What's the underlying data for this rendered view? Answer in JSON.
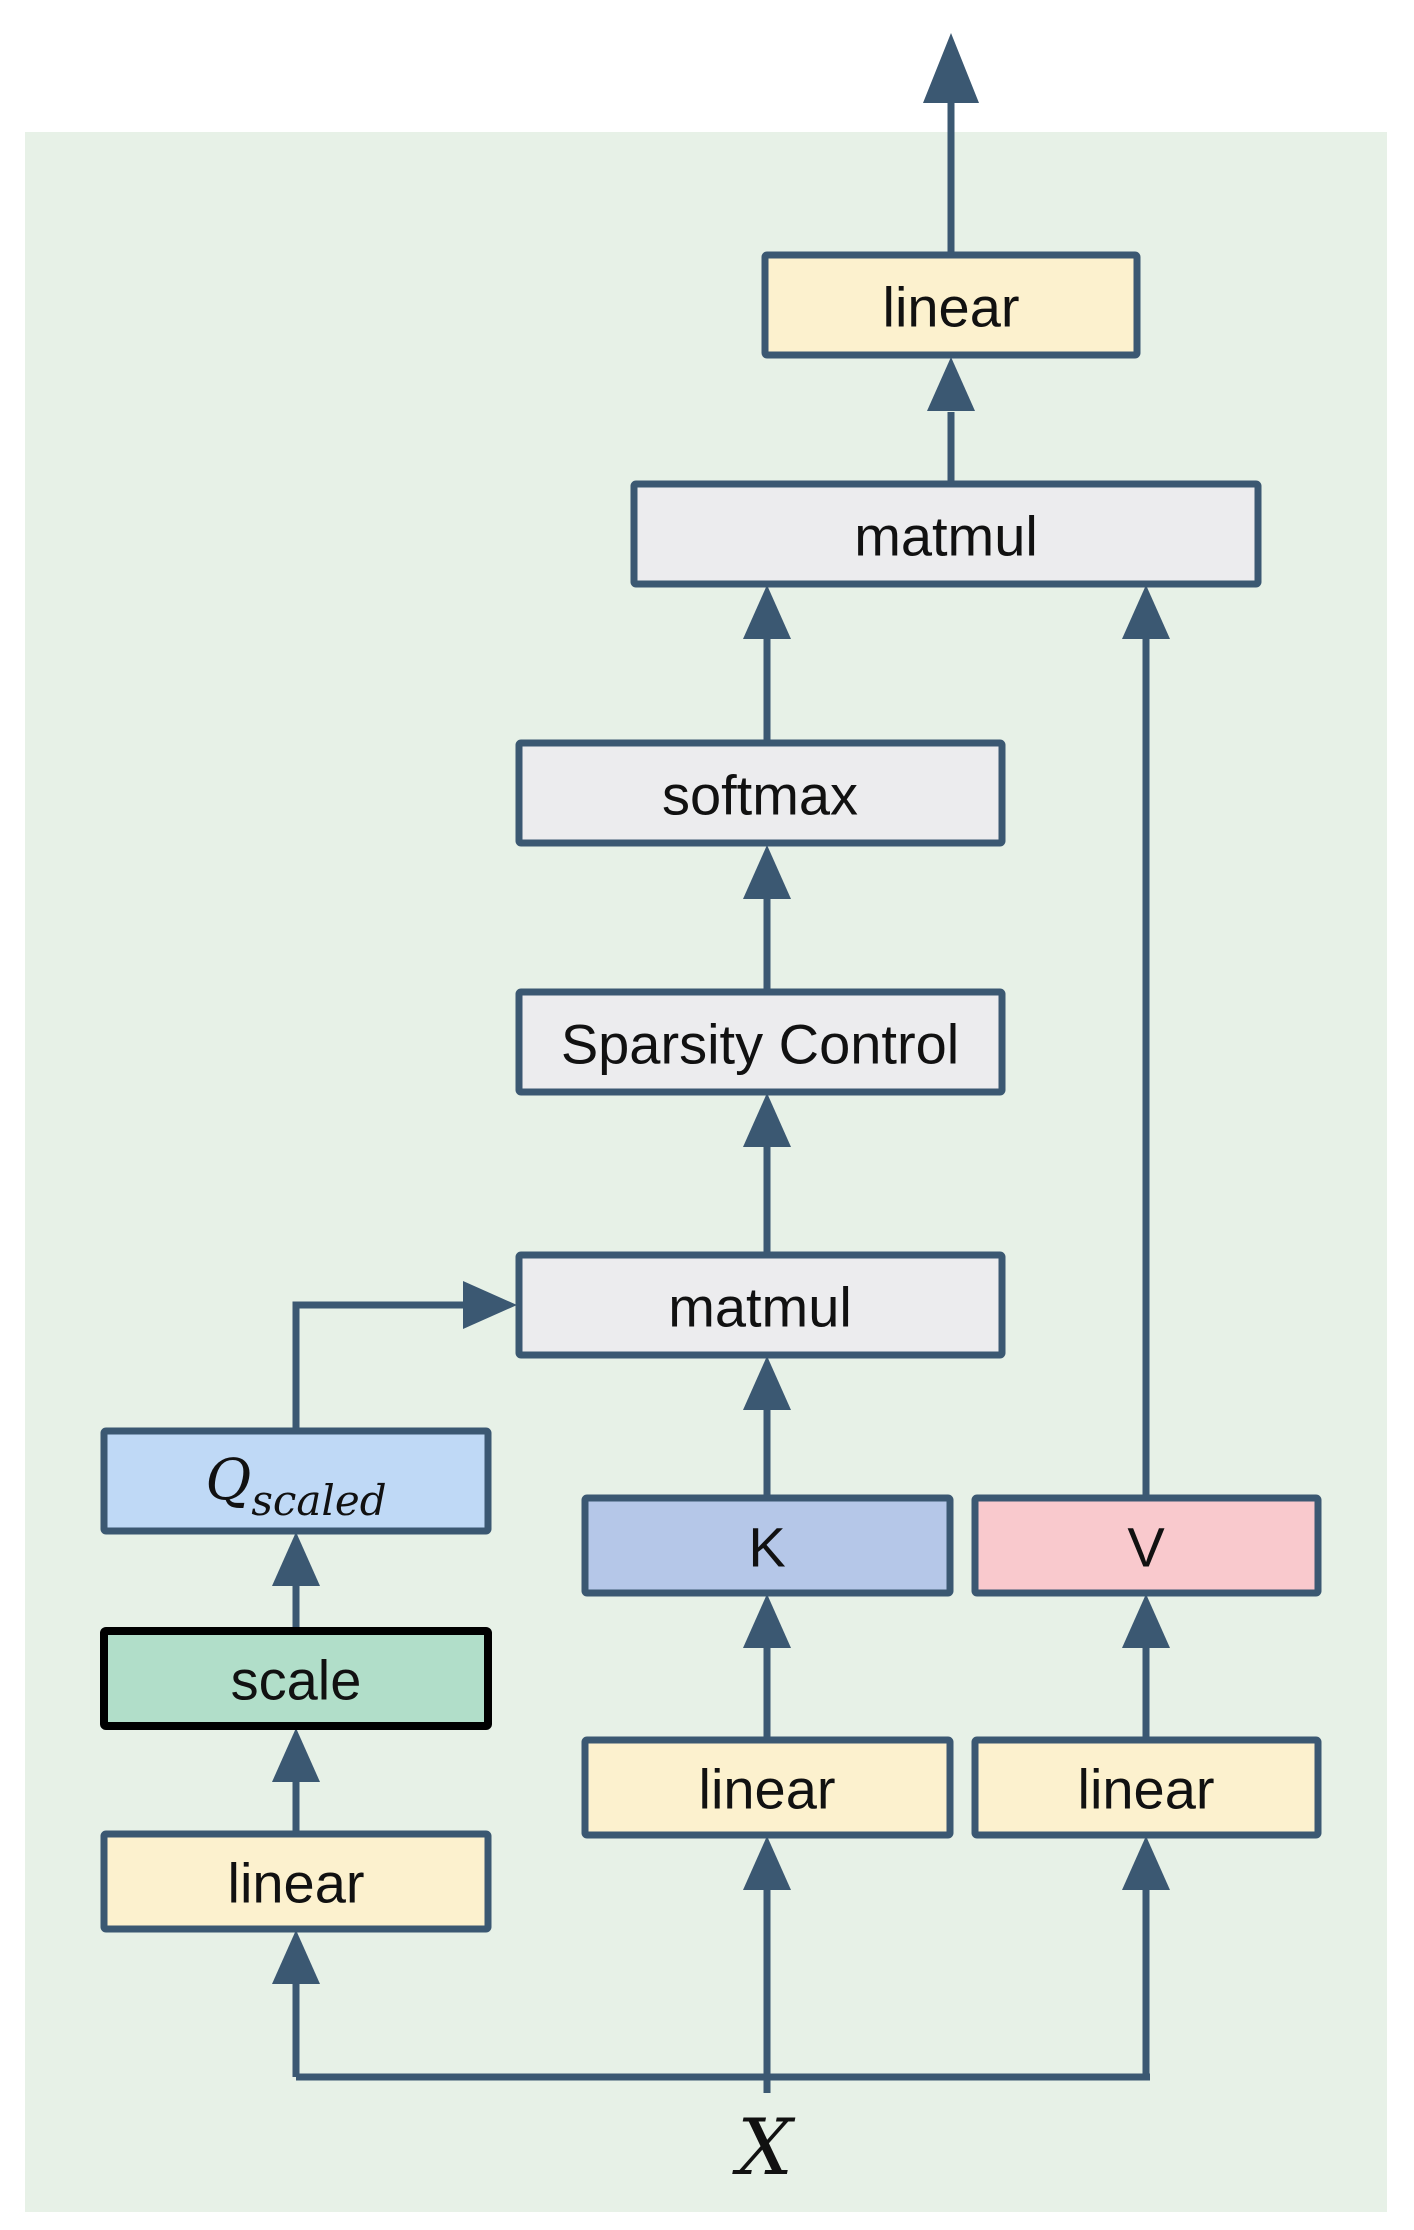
{
  "diagram": {
    "description": "Attention block diagram with sparsity control",
    "colors": {
      "page_background": "#FFFFFF",
      "panel_background": "#E7F1E7",
      "arrow": "#3B5872",
      "box_border": "#3B5872",
      "scale_box_border": "#000000",
      "text": "#111111",
      "linear_fill": "#FCF1CE",
      "op_fill": "#ECECEE",
      "q_scaled_fill": "#BFD9F6",
      "k_fill": "#B5C7E8",
      "v_fill": "#F9C9CD",
      "scale_fill": "#B1DEC9"
    },
    "nodes": {
      "output_linear": {
        "label": "linear",
        "fill": "#FCF1CE"
      },
      "attention_matmul": {
        "label": "matmul",
        "fill": "#ECECEE"
      },
      "softmax": {
        "label": "softmax",
        "fill": "#ECECEE"
      },
      "sparsity_control": {
        "label": "Sparsity Control",
        "fill": "#ECECEE"
      },
      "score_matmul": {
        "label": "matmul",
        "fill": "#ECECEE"
      },
      "q_scaled": {
        "label_base": "Q",
        "label_subscript": "scaled",
        "fill": "#BFD9F6"
      },
      "scale": {
        "label": "scale",
        "fill": "#B1DEC9"
      },
      "q_linear": {
        "label": "linear",
        "fill": "#FCF1CE"
      },
      "k": {
        "label": "K",
        "fill": "#B5C7E8"
      },
      "v": {
        "label": "V",
        "fill": "#F9C9CD"
      },
      "k_linear": {
        "label": "linear",
        "fill": "#FCF1CE"
      },
      "v_linear": {
        "label": "linear",
        "fill": "#FCF1CE"
      },
      "input": {
        "label": "X"
      }
    },
    "edges": [
      {
        "from": "input",
        "to": "q_linear"
      },
      {
        "from": "input",
        "to": "k_linear"
      },
      {
        "from": "input",
        "to": "v_linear"
      },
      {
        "from": "q_linear",
        "to": "scale"
      },
      {
        "from": "scale",
        "to": "q_scaled"
      },
      {
        "from": "q_scaled",
        "to": "score_matmul"
      },
      {
        "from": "k_linear",
        "to": "k"
      },
      {
        "from": "v_linear",
        "to": "v"
      },
      {
        "from": "k",
        "to": "score_matmul"
      },
      {
        "from": "score_matmul",
        "to": "sparsity_control"
      },
      {
        "from": "sparsity_control",
        "to": "softmax"
      },
      {
        "from": "softmax",
        "to": "attention_matmul"
      },
      {
        "from": "v",
        "to": "attention_matmul"
      },
      {
        "from": "attention_matmul",
        "to": "output_linear"
      },
      {
        "from": "output_linear",
        "to": "output"
      }
    ]
  }
}
